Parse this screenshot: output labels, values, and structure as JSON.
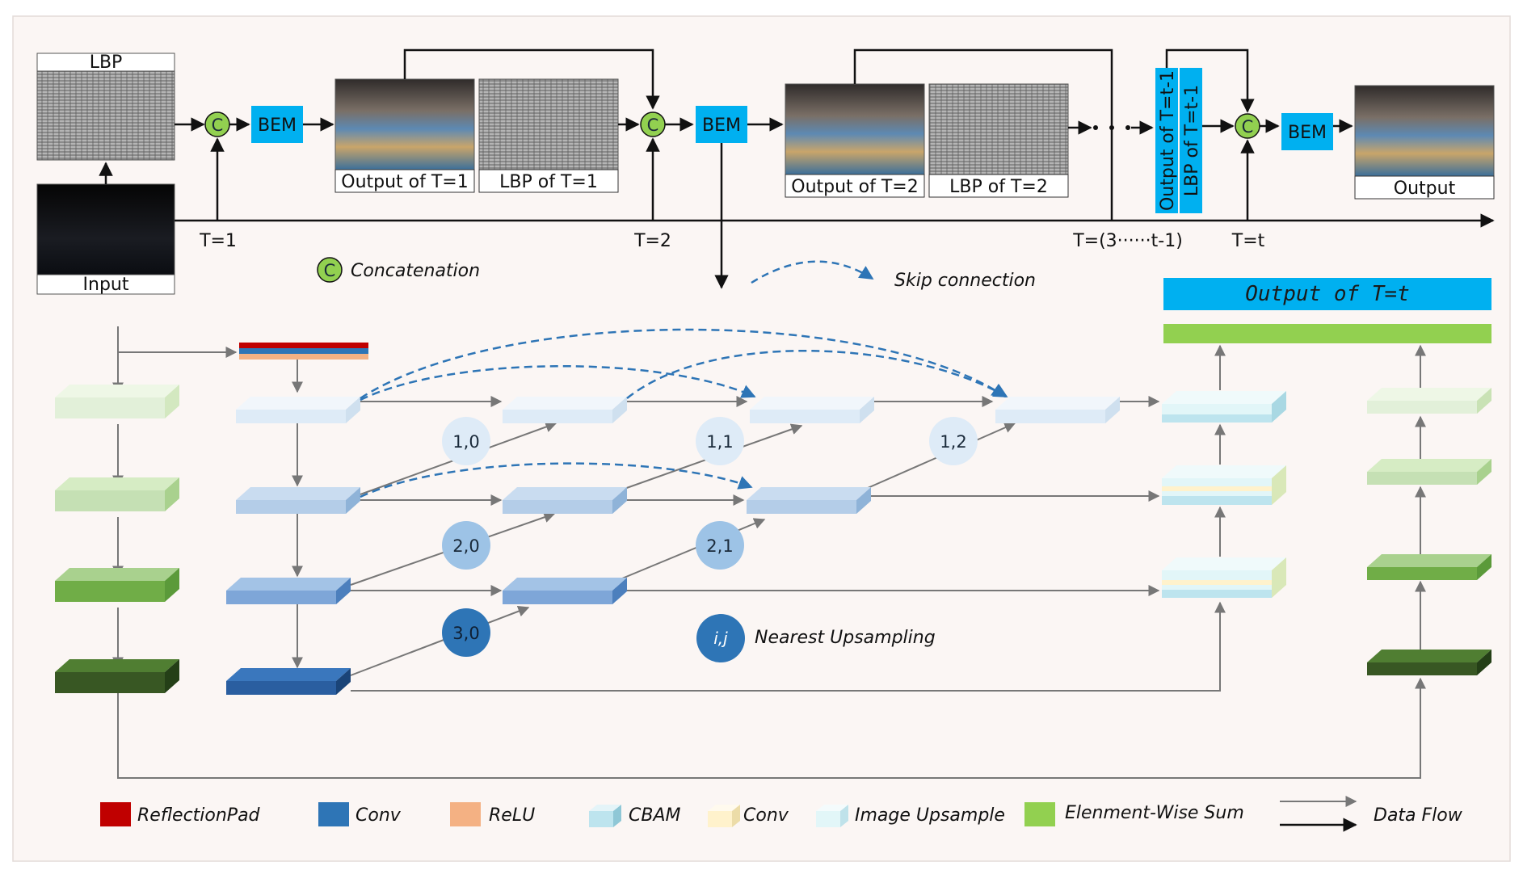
{
  "top": {
    "lbp_label": "LBP",
    "input_label": "Input",
    "concat_symbol": "C",
    "bem_label": "BEM",
    "output_t1": "Output of T=1",
    "lbp_t1": "LBP of T=1",
    "output_t2": "Output of T=2",
    "lbp_t2": "LBP of T=2",
    "output_tm1": "Output of T=t-1",
    "lbp_tm1": "LBP of T=t-1",
    "output_label": "Output",
    "step_t1": "T=1",
    "step_t2": "T=2",
    "step_mid": "T=(3······t-1)",
    "step_tt": "T=t",
    "concat_legend": "Concatenation",
    "skip_legend": "Skip connection"
  },
  "unet": {
    "output_banner": "Output  of  T=t",
    "nodes": [
      "1,0",
      "1,1",
      "1,2",
      "2,0",
      "2,1",
      "3,0"
    ],
    "upsample_symbol": "i,j",
    "upsample_legend": "Nearest Upsampling"
  },
  "legend": {
    "reflectionpad": "ReflectionPad",
    "conv": "Conv",
    "relu": "ReLU",
    "cbam": "CBAM",
    "conv2": "Conv",
    "image_upsample": "Image Upsample",
    "elementwise_sum": "Elenment-Wise Sum",
    "data_flow": "Data Flow"
  },
  "colors": {
    "bem": "#00b0f0",
    "concat": "#92d050",
    "reflectionpad": "#c00000",
    "conv": "#2e75b6",
    "relu": "#f4b183",
    "cbam": "#bde4ee",
    "conv_yellow": "#fff2cc",
    "image_upsample": "#e2f6f8",
    "sum": "#92d050",
    "skip": "#2e75b6"
  }
}
